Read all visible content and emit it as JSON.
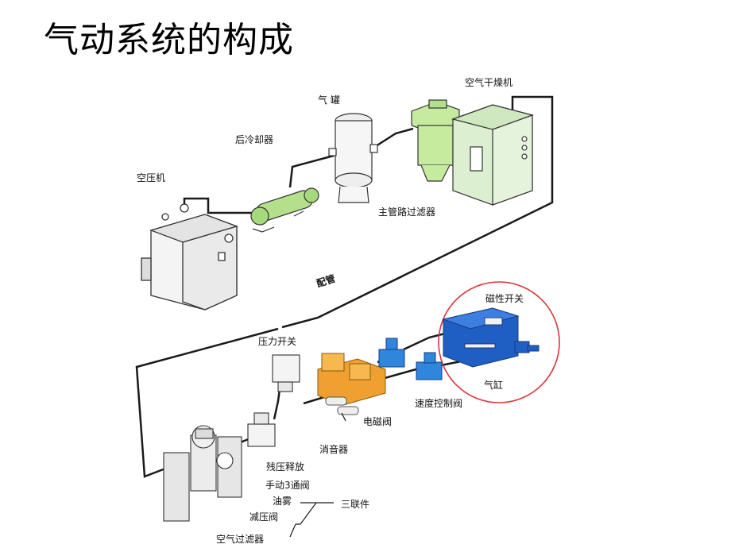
{
  "title": "气动系统的构成",
  "labels": {
    "compressor": "空压机",
    "aftercooler": "后冷却器",
    "air_tank": "气 罐",
    "air_dryer": "空气干燥机",
    "main_line_filter": "主管路过滤器",
    "piping": "配管",
    "magnetic_switch": "磁性开关",
    "pressure_switch": "压力开关",
    "cylinder": "气缸",
    "speed_control_valve": "速度控制阀",
    "solenoid_valve": "电磁阀",
    "silencer": "消音器",
    "residual_pressure_release": "残压释放",
    "manual_3way_valve": "手动3通阀",
    "lubricator": "油雾",
    "frl_unit": "三联件",
    "pressure_reducing_valve": "减压阀",
    "air_filter": "空气过滤器"
  },
  "colors": {
    "cylinder": "#1f5fc4",
    "speed_valve": "#2f86dd",
    "solenoid": "#f0a030",
    "cooler": "#b4e08c",
    "dryer": "#dcefd0",
    "highlight_circle": "#d9363a"
  }
}
